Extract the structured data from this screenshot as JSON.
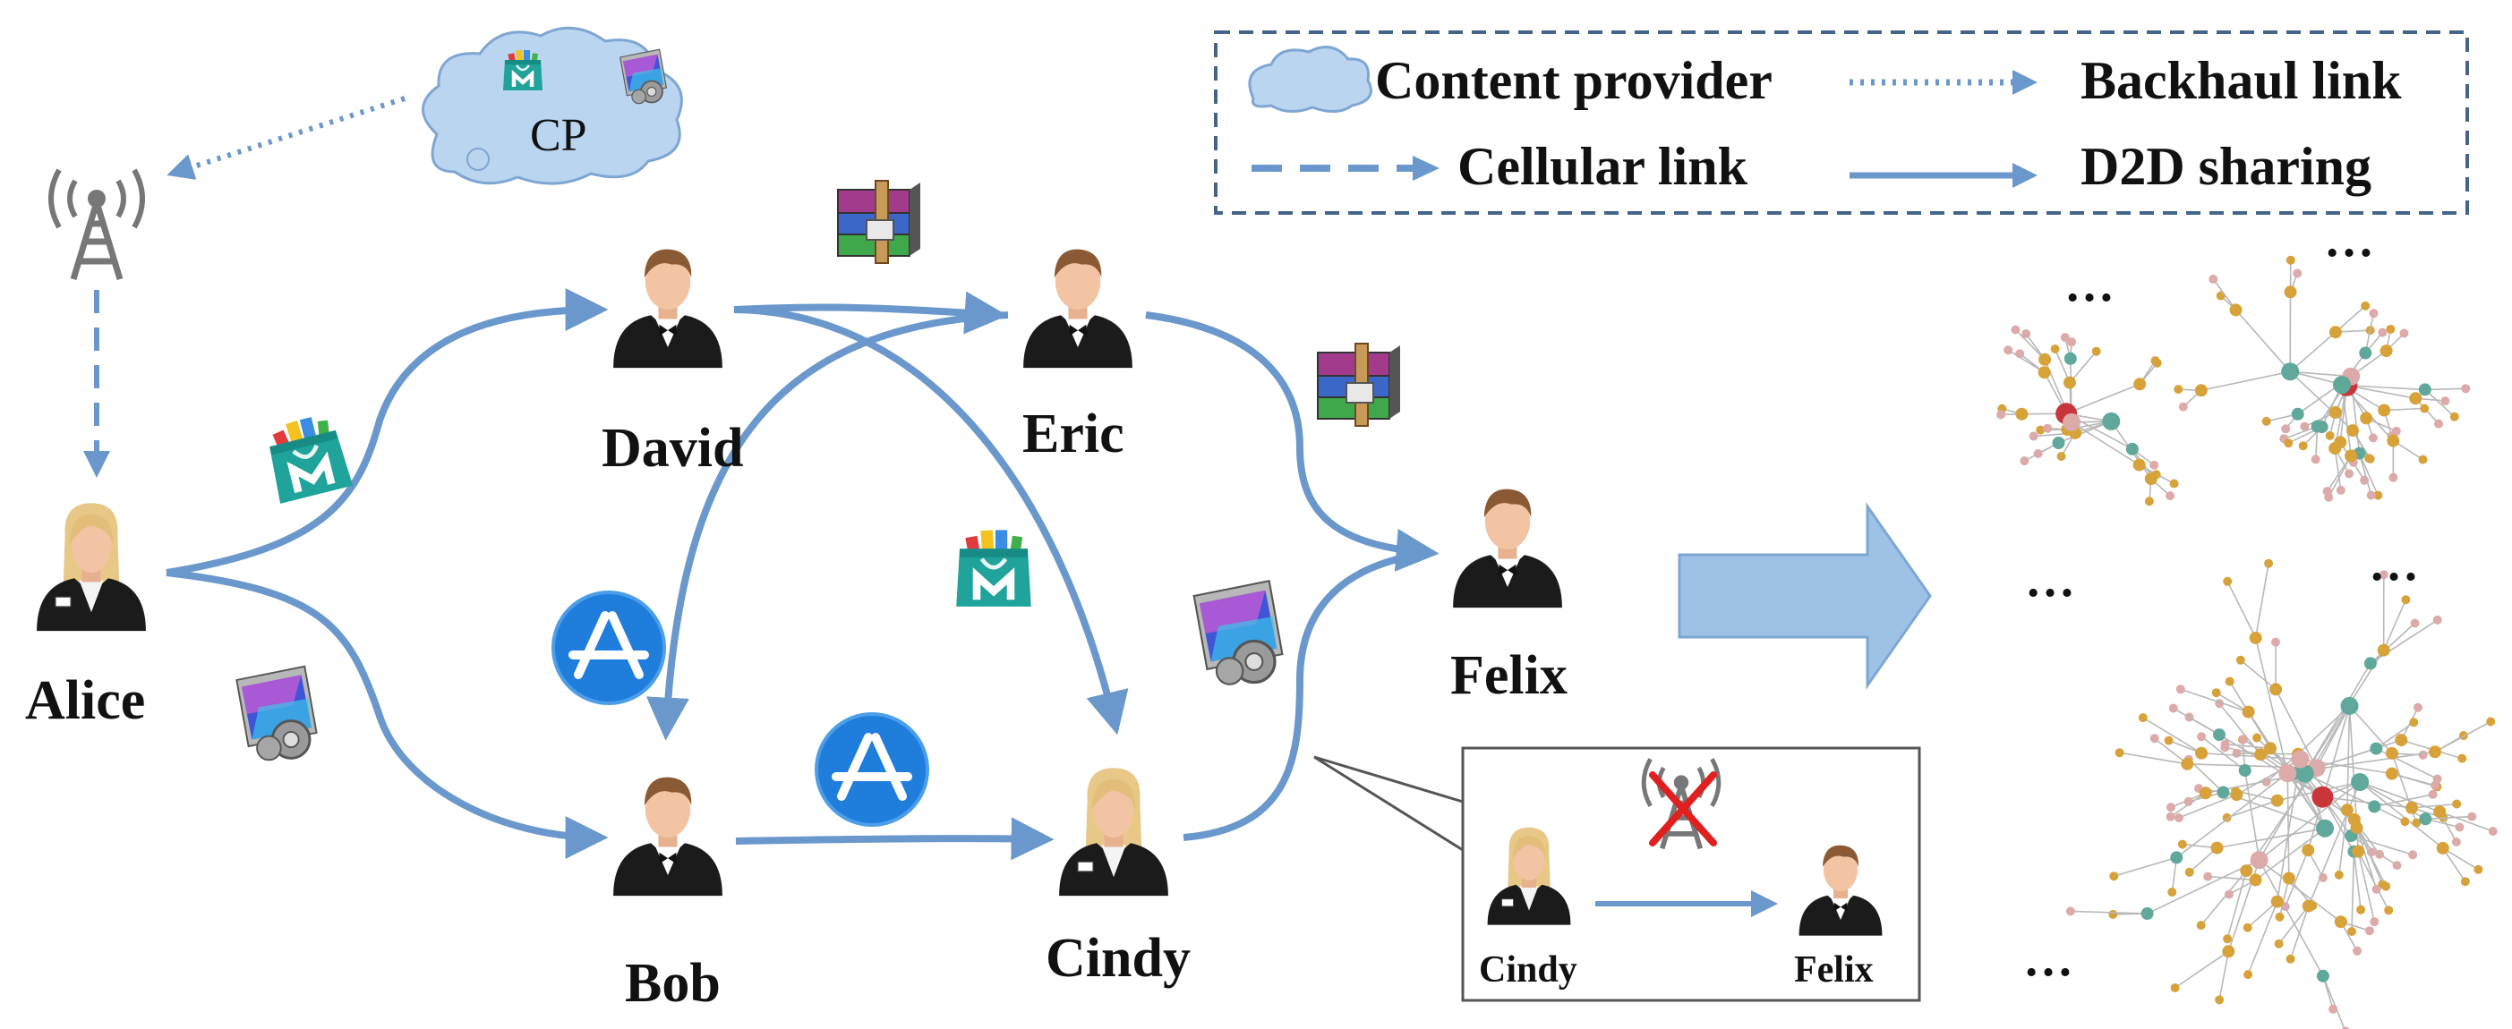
{
  "legend": {
    "content_provider": "Content provider",
    "backhaul_link": "Backhaul link",
    "cellular_link": "Cellular link",
    "d2d_sharing": "D2D sharing"
  },
  "cloud_label": "CP",
  "people": {
    "alice": "Alice",
    "david": "David",
    "eric": "Eric",
    "bob": "Bob",
    "cindy": "Cindy",
    "felix": "Felix"
  },
  "inset": {
    "cindy": "Cindy",
    "felix": "Felix"
  },
  "ellipsis": "…",
  "icons": {
    "cloud": "cloud-icon",
    "tower": "cell-tower-icon",
    "market": "app-market-icon",
    "app_store": "app-store-icon",
    "video": "video-file-icon",
    "archive": "archive-file-icon",
    "male_user": "male-user-icon",
    "female_user": "female-user-icon"
  },
  "colors": {
    "link": "#6b98cc",
    "legend_border": "#44648a",
    "cloud_fill": "#b9d5f0",
    "cloud_stroke": "#7fa6d3",
    "big_arrow": "#9ec1e6",
    "cross": "#e02020",
    "node_orange": "#d8a23a",
    "node_pink": "#dcaaa8",
    "node_teal": "#5fa89b",
    "node_red": "#c9363a"
  }
}
